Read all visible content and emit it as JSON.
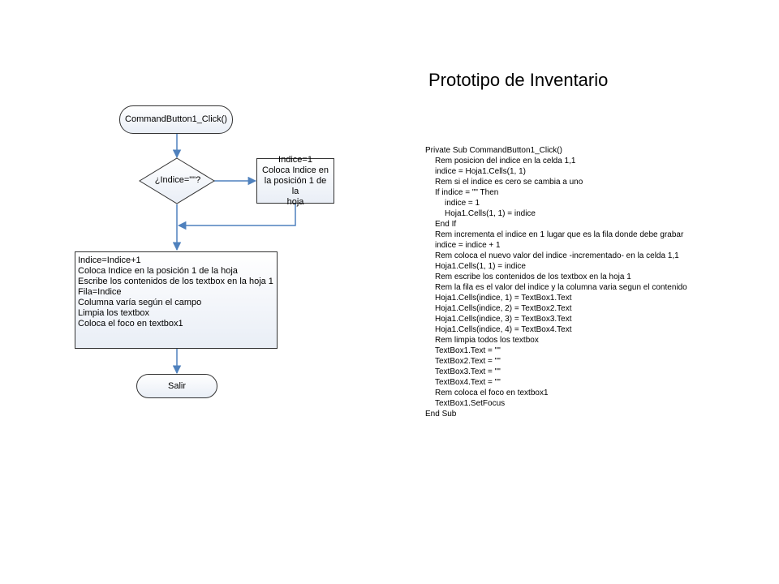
{
  "title": "Prototipo de Inventario",
  "flowchart": {
    "start": "CommandButton1_Click()",
    "decision": "¿Indice=\"\"?",
    "assign_lines": [
      "Indice=1",
      "Coloca Indice en",
      "la posición 1 de la",
      "hoja"
    ],
    "process_lines": [
      "Indice=Indice+1",
      "Coloca Indice en la posición 1 de la hoja",
      "Escribe los contenidos de los textbox en la hoja 1",
      "Fila=Indice",
      "Columna varía según el campo",
      "Limpia los textbox",
      "Coloca el foco en textbox1"
    ],
    "end": "Salir",
    "colors": {
      "connector": "#4f81bd",
      "border": "#333333",
      "fill_bottom": "#e9eef6"
    }
  },
  "code": {
    "lines": [
      {
        "indent": 0,
        "text": "Private Sub CommandButton1_Click()"
      },
      {
        "indent": 1,
        "text": "Rem posicion del indice en la celda 1,1"
      },
      {
        "indent": 1,
        "text": "indice = Hoja1.Cells(1, 1)"
      },
      {
        "indent": 1,
        "text": "Rem si el indice es cero se cambia a uno"
      },
      {
        "indent": 1,
        "text": "If indice = \"\" Then"
      },
      {
        "indent": 2,
        "text": "indice = 1"
      },
      {
        "indent": 2,
        "text": "Hoja1.Cells(1, 1) = indice"
      },
      {
        "indent": 1,
        "text": "End If"
      },
      {
        "indent": 1,
        "text": "Rem incrementa el indice en 1 lugar que es la fila donde debe grabar"
      },
      {
        "indent": 1,
        "text": "indice = indice + 1"
      },
      {
        "indent": 1,
        "text": "Rem coloca el nuevo valor del indice -incrementado- en la celda 1,1"
      },
      {
        "indent": 1,
        "text": "Hoja1.Cells(1, 1) = indice"
      },
      {
        "indent": 1,
        "text": "Rem escribe los contenidos de los textbox en la hoja 1"
      },
      {
        "indent": 1,
        "text": "Rem la fila es el valor del indice y la columna varia segun el contenido"
      },
      {
        "indent": 1,
        "text": "Hoja1.Cells(indice, 1) = TextBox1.Text"
      },
      {
        "indent": 1,
        "text": "Hoja1.Cells(indice, 2) = TextBox2.Text"
      },
      {
        "indent": 1,
        "text": "Hoja1.Cells(indice, 3) = TextBox3.Text"
      },
      {
        "indent": 1,
        "text": "Hoja1.Cells(indice, 4) = TextBox4.Text"
      },
      {
        "indent": 1,
        "text": "Rem limpia todos los textbox"
      },
      {
        "indent": 1,
        "text": "TextBox1.Text = \"\""
      },
      {
        "indent": 1,
        "text": "TextBox2.Text = \"\""
      },
      {
        "indent": 1,
        "text": "TextBox3.Text = \"\""
      },
      {
        "indent": 1,
        "text": "TextBox4.Text = \"\""
      },
      {
        "indent": 1,
        "text": "Rem coloca el foco en textbox1"
      },
      {
        "indent": 1,
        "text": "TextBox1.SetFocus"
      },
      {
        "indent": 0,
        "text": "End Sub"
      }
    ]
  }
}
